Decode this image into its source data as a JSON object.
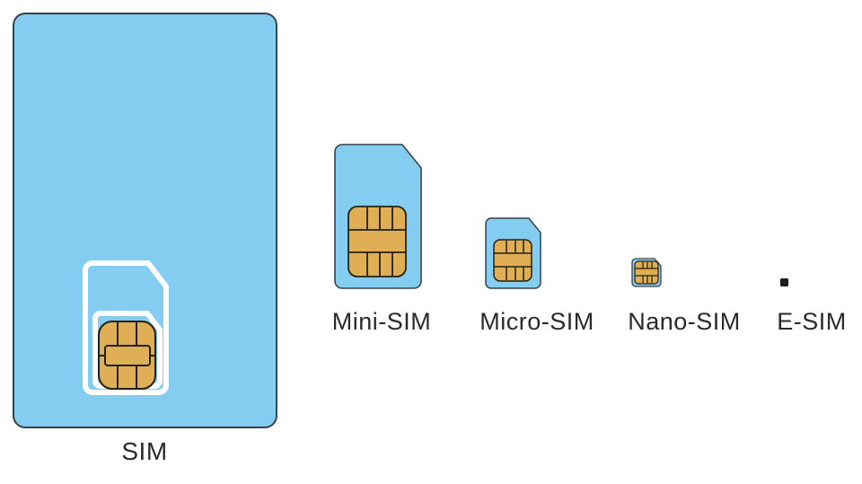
{
  "diagram": {
    "description": "SIM card size comparison diagram",
    "labels": {
      "sim": "SIM",
      "mini": "Mini-SIM",
      "micro": "Micro-SIM",
      "nano": "Nano-SIM",
      "esim": "E-SIM"
    }
  },
  "colors": {
    "card_blue": "#85cdf0",
    "card_border": "#3a4149",
    "chip_gold": "#dfae55",
    "chip_line": "#23200f",
    "cutout_white": "#ffffff",
    "label_text": "#2b2a2a",
    "esim_dot": "#1d1d1b",
    "background": "#ffffff"
  }
}
